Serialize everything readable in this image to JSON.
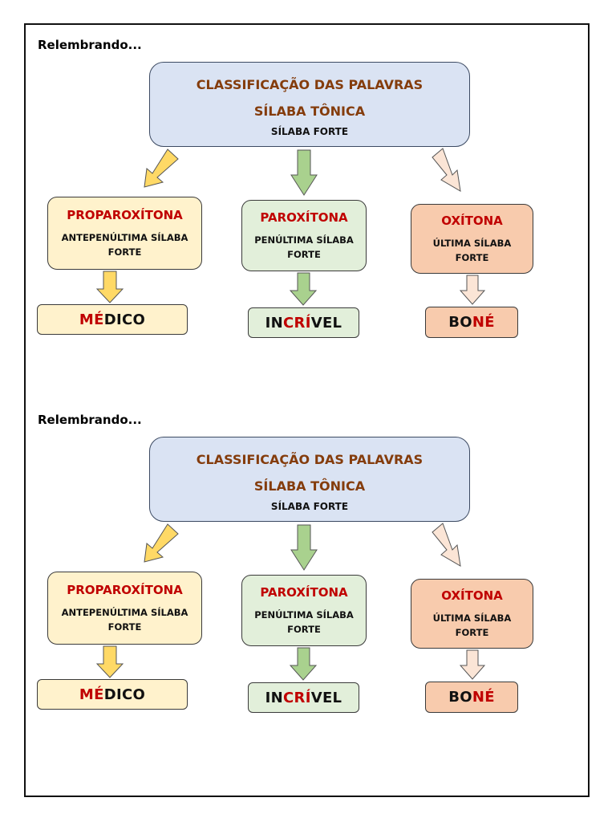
{
  "diagrams": [
    {
      "heading": "Relembrando...",
      "main": {
        "line1": "CLASSIFICAÇÃO DAS PALAVRAS",
        "line2": "SÍLABA TÔNICA",
        "line3": "SÍLABA FORTE"
      },
      "categories": [
        {
          "title": "PROPAROXÍTONA",
          "desc1": "ANTEPENÚLTIMA SÍLABA",
          "desc2": "FORTE",
          "word": {
            "pre": "",
            "stress": "MÉ",
            "post": "DICO"
          }
        },
        {
          "title": "PAROXÍTONA",
          "desc1": "PENÚLTIMA SÍLABA",
          "desc2": "FORTE",
          "word": {
            "pre": "IN",
            "stress": "CRÍ",
            "post": "VEL"
          }
        },
        {
          "title": "OXÍTONA",
          "desc1": "ÚLTIMA SÍLABA",
          "desc2": "FORTE",
          "word": {
            "pre": "BO",
            "stress": "NÉ",
            "post": ""
          }
        }
      ]
    },
    {
      "heading": "Relembrando...",
      "main": {
        "line1": "CLASSIFICAÇÃO DAS PALAVRAS",
        "line2": "SÍLABA TÔNICA",
        "line3": "SÍLABA FORTE"
      },
      "categories": [
        {
          "title": "PROPAROXÍTONA",
          "desc1": "ANTEPENÚLTIMA SÍLABA",
          "desc2": "FORTE",
          "word": {
            "pre": "",
            "stress": "MÉ",
            "post": "DICO"
          }
        },
        {
          "title": "PAROXÍTONA",
          "desc1": "PENÚLTIMA SÍLABA",
          "desc2": "FORTE",
          "word": {
            "pre": "IN",
            "stress": "CRÍ",
            "post": "VEL"
          }
        },
        {
          "title": "OXÍTONA",
          "desc1": "ÚLTIMA SÍLABA",
          "desc2": "FORTE",
          "word": {
            "pre": "BO",
            "stress": "NÉ",
            "post": ""
          }
        }
      ]
    }
  ],
  "colors": {
    "main_fill": "#dae3f3",
    "main_text": "#843c0c",
    "stress_red": "#c00000",
    "proparoxitona_fill": "#fff2cc",
    "paroxitona_fill": "#e2efda",
    "oxitona_fill": "#f8cbad",
    "arrow_yellow": "#ffd966",
    "arrow_green": "#a9d18e",
    "arrow_peach": "#fbe5d6"
  }
}
